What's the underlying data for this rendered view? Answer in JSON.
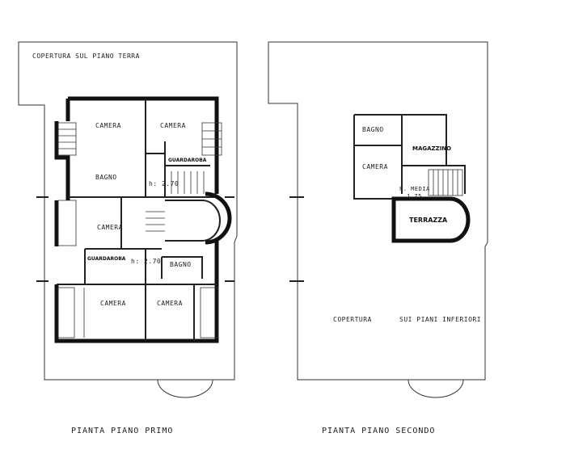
{
  "first_floor": {
    "roof_label": "COPERTURA  SUL  PIANO  TERRA",
    "rooms": {
      "camera_top_left": "CAMERA",
      "camera_top_right": "CAMERA",
      "guardaroba_top": "GUARDAROBA",
      "bagno_left": "BAGNO",
      "height_upper": "h: 2.70",
      "camera_middle": "CAMERA",
      "guardaroba_lower": "GUARDAROBA",
      "height_lower": "h: 2.70",
      "bagno_right": "BAGNO",
      "camera_bottom_left": "CAMERA",
      "camera_bottom_right": "CAMERA"
    },
    "title": "PIANTA  PIANO  PRIMO"
  },
  "second_floor": {
    "rooms": {
      "bagno": "BAGNO",
      "magazzino": "MAGAZZINO",
      "camera": "CAMERA",
      "height_label": "h. MEDIA",
      "height_value": "1.75",
      "terrazza": "TERRAZZA"
    },
    "roof_label_left": "COPERTURA",
    "roof_label_right": "SUI  PIANI  INFERIORI",
    "title": "PIANTA  PIANO  SECONDO"
  },
  "colors": {
    "ink": "#222222",
    "paper": "#ffffff"
  }
}
